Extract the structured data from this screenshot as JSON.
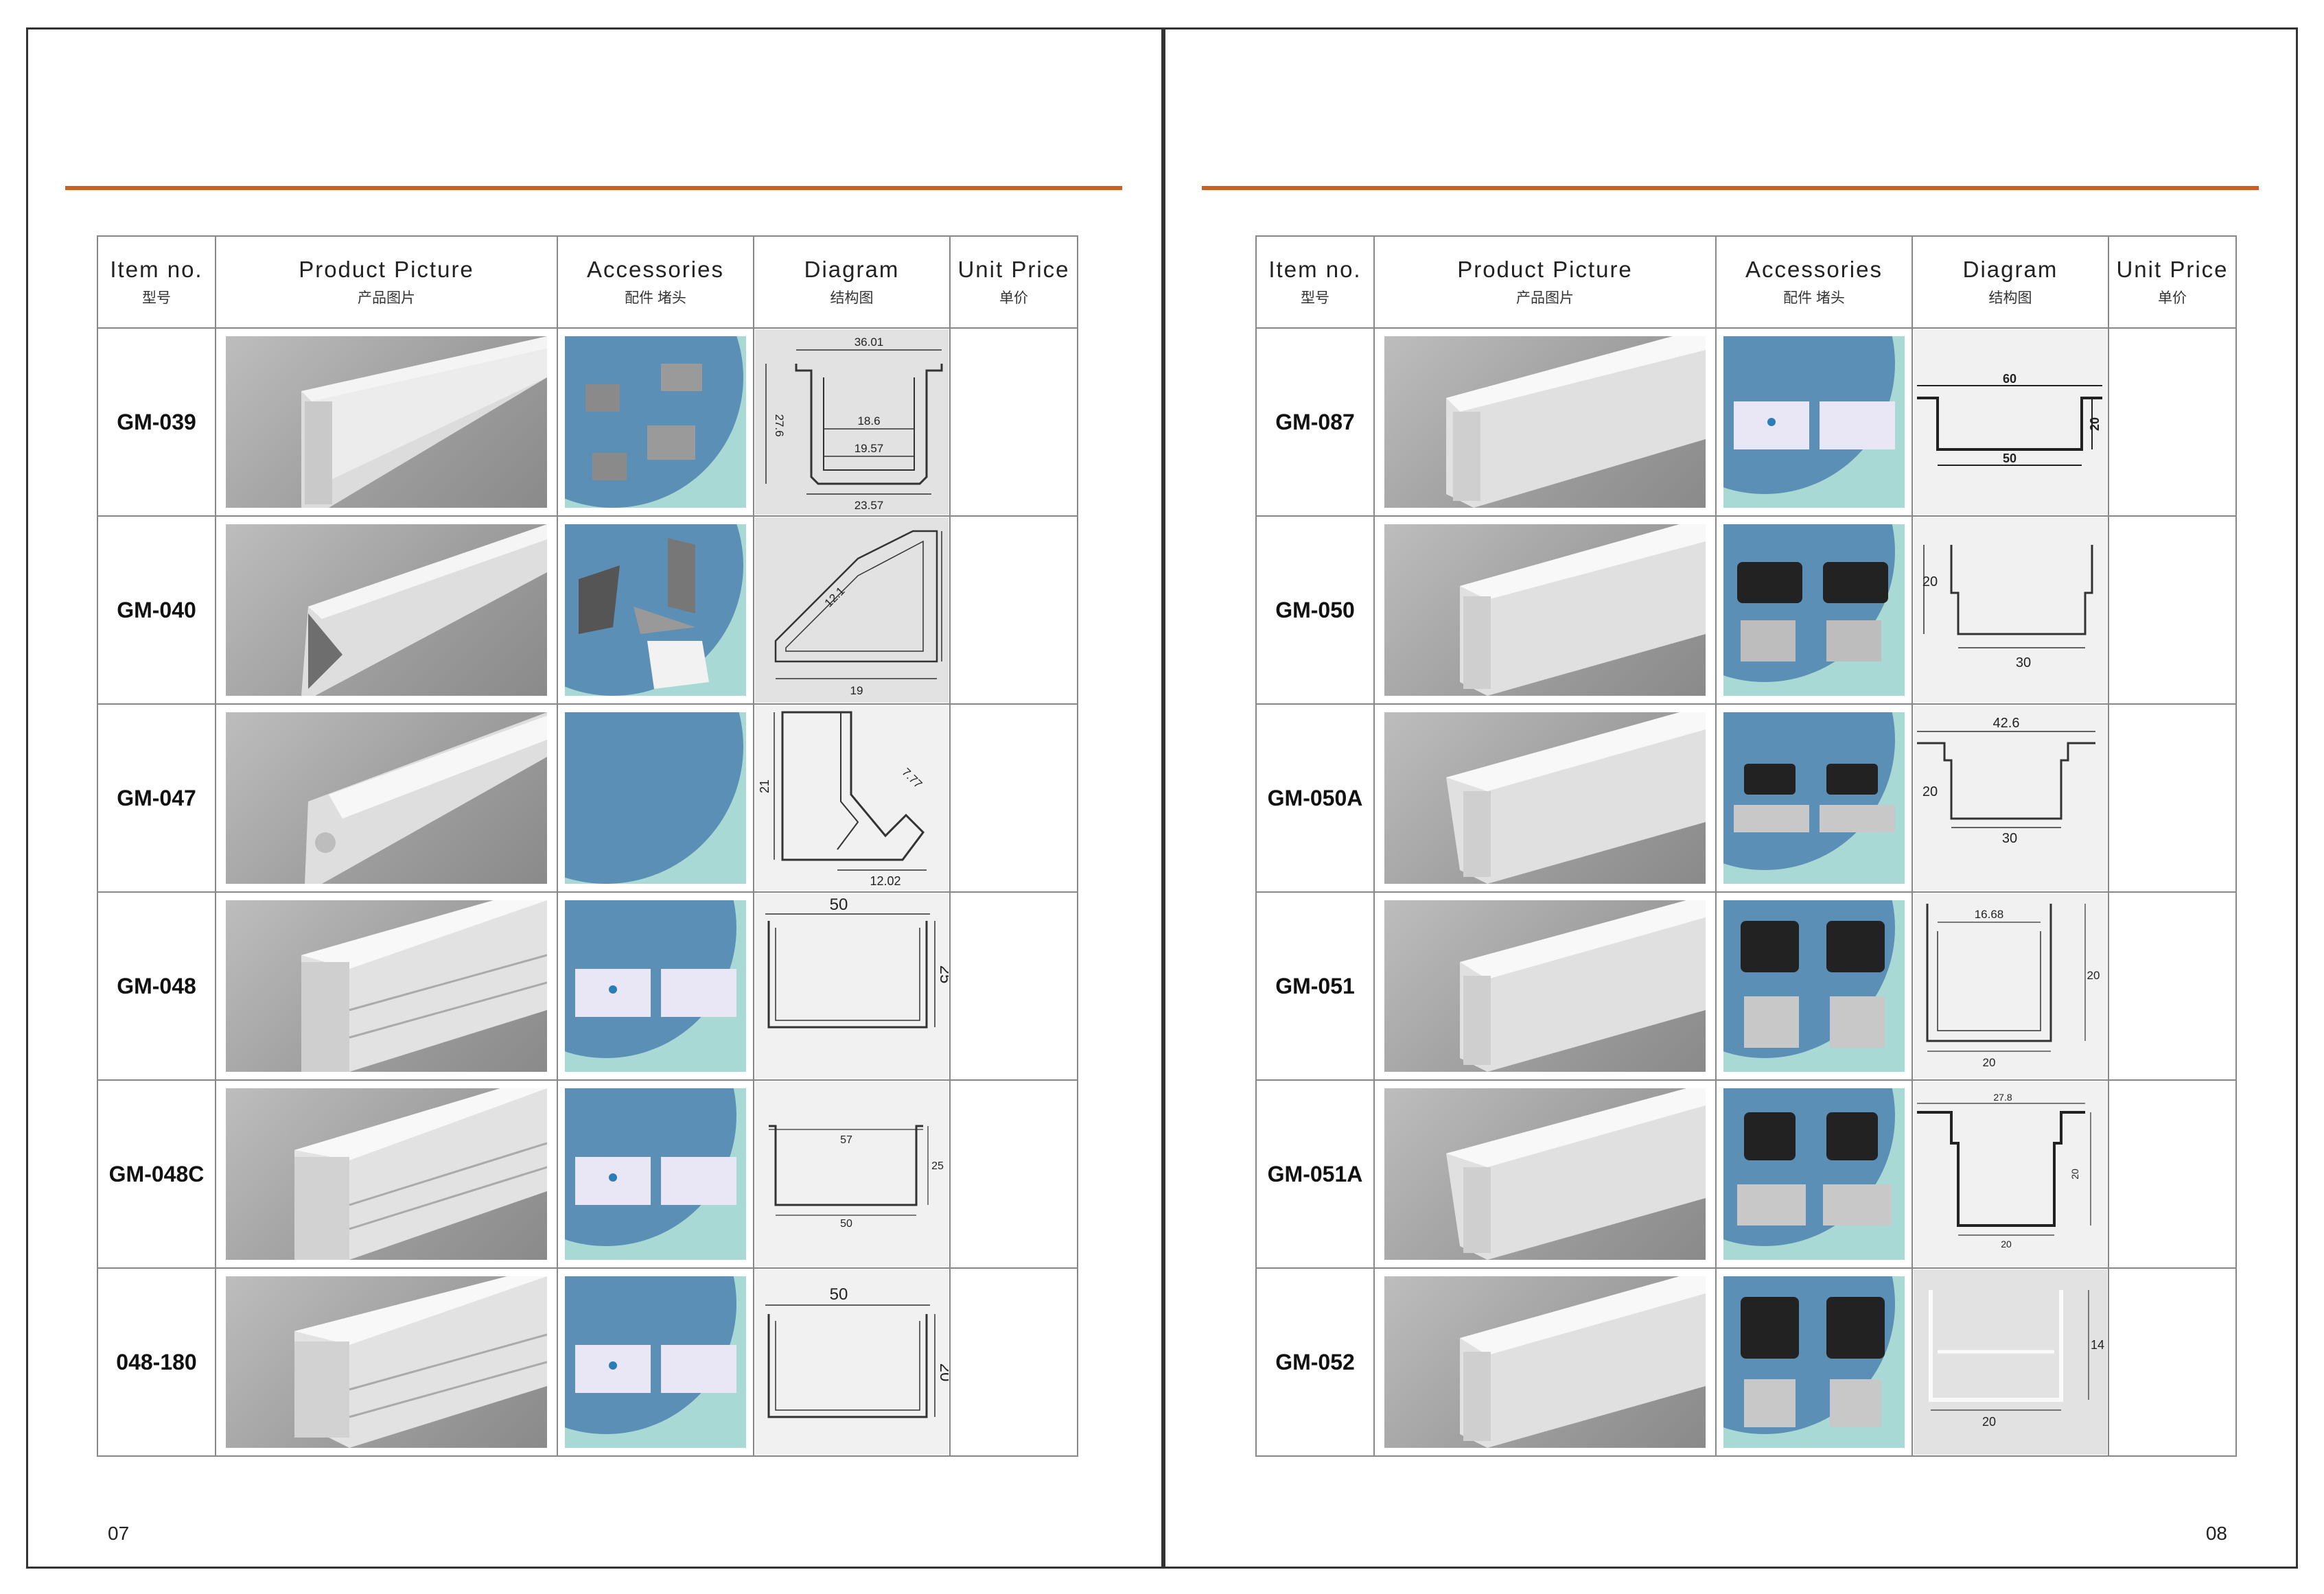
{
  "headers": {
    "item_no": "Item no.",
    "item_no_cn": "型号",
    "product_picture": "Product Picture",
    "product_picture_cn": "产品图片",
    "accessories": "Accessories",
    "accessories_cn": "配件 堵头",
    "diagram": "Diagram",
    "diagram_cn": "结构图",
    "unit_price": "Unit Price",
    "unit_price_cn": "单价"
  },
  "pages": [
    {
      "page_number": "07",
      "rows": [
        {
          "item": "GM-039",
          "dims": [
            "36.01",
            "27.6",
            "18.6",
            "19.57",
            "23.57"
          ]
        },
        {
          "item": "GM-040",
          "dims": [
            "12.1",
            "19",
            "19"
          ]
        },
        {
          "item": "GM-047",
          "dims": [
            "21",
            "7.77",
            "12.02"
          ]
        },
        {
          "item": "GM-048",
          "dims": [
            "50",
            "25"
          ]
        },
        {
          "item": "GM-048C",
          "dims": [
            "57",
            "25",
            "50"
          ]
        },
        {
          "item": "048-180",
          "dims": [
            "50",
            "20"
          ]
        }
      ]
    },
    {
      "page_number": "08",
      "rows": [
        {
          "item": "GM-087",
          "dims": [
            "60",
            "20",
            "50"
          ]
        },
        {
          "item": "GM-050",
          "dims": [
            "20",
            "30"
          ]
        },
        {
          "item": "GM-050A",
          "dims": [
            "42.6",
            "20",
            "30"
          ]
        },
        {
          "item": "GM-051",
          "dims": [
            "16.68",
            "20",
            "20"
          ]
        },
        {
          "item": "GM-051A",
          "dims": [
            "27.8",
            "20",
            "20"
          ]
        },
        {
          "item": "GM-052",
          "dims": [
            "14",
            "20"
          ]
        }
      ]
    }
  ],
  "colors": {
    "accent_rule": "#c8611f",
    "accessory_bg": "#a8d9d5",
    "accessory_circle": "#5b8fb6"
  }
}
